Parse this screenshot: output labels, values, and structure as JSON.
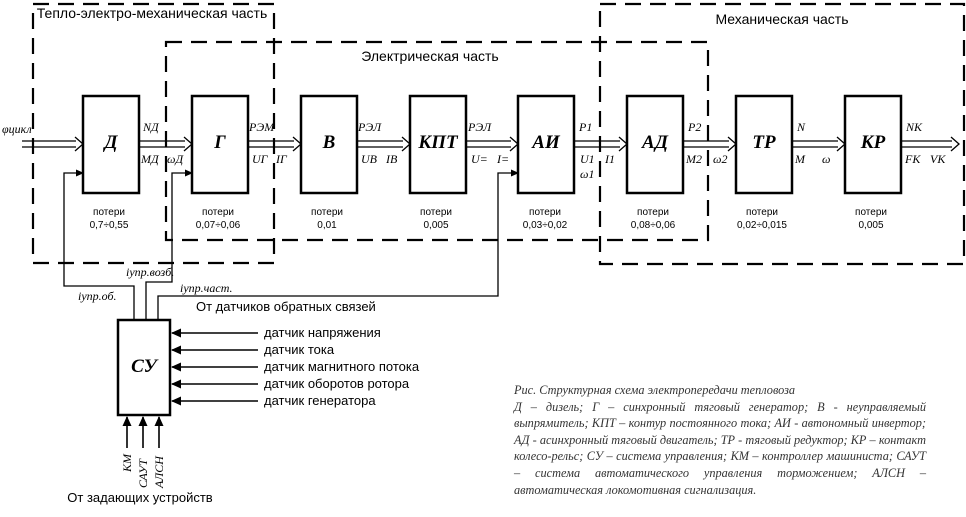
{
  "regions": {
    "thermo": "Тепло-электро-механическая часть",
    "electrical": "Электрическая часть",
    "mechanical": "Механическая часть"
  },
  "blocks": [
    {
      "label": "Д",
      "loss_title": "потери",
      "loss_value": "0,7÷0,55"
    },
    {
      "label": "Г",
      "loss_title": "потери",
      "loss_value": "0,07÷0,06"
    },
    {
      "label": "В",
      "loss_title": "потери",
      "loss_value": "0,01"
    },
    {
      "label": "КПТ",
      "loss_title": "потери",
      "loss_value": "0,005"
    },
    {
      "label": "АИ",
      "loss_title": "потери",
      "loss_value": "0,03÷0,02"
    },
    {
      "label": "АД",
      "loss_title": "потери",
      "loss_value": "0,08÷0,06"
    },
    {
      "label": "ТР",
      "loss_title": "потери",
      "loss_value": "0,02÷0,015"
    },
    {
      "label": "КР",
      "loss_title": "потери",
      "loss_value": "0,005"
    }
  ],
  "signals": {
    "phi_in": "φцикл",
    "nd": "NД",
    "md": "MД",
    "omega_d": "ωД",
    "p_em": "PЭМ",
    "u_g": "UГ",
    "i_g": "IГ",
    "p_el1": "PЭЛ",
    "u_v": "UВ",
    "i_v": "IВ",
    "p_el2": "PЭЛ",
    "u_dc": "U=",
    "i_dc": "I=",
    "p1": "P1",
    "u1": "U1",
    "i1": "I1",
    "omega1": "ω1",
    "p2": "P2",
    "m2": "M2",
    "omega2": "ω2",
    "n": "N",
    "m": "M",
    "omega": "ω",
    "nk": "NК",
    "fk": "FК",
    "vk": "VК"
  },
  "control": {
    "label": "СУ",
    "i_upr_ob": "iупр.об.",
    "i_upr_vozb": "iупр.возб.",
    "i_upr_chast": "iупр.част.",
    "feedback_title": "От датчиков обратных связей",
    "sensors": [
      "датчик напряжения",
      "датчик тока",
      "датчик магнитного потока",
      "датчик оборотов ротора",
      "датчик генератора"
    ],
    "inputs": [
      "КМ",
      "САУТ",
      "АЛСН"
    ],
    "setpoint_title": "От задающих устройств"
  },
  "caption": {
    "title": "Рис.  Структурная схема электропередачи тепловоза",
    "text": "Д – дизель; Г – синхронный тяговый генератор; В - неуправляемый выпрямитель; КПТ – контур постоянного тока; АИ - автономный инвертор; АД - асинхронный тяговый двигатель; ТР - тяговый редуктор; КР – контакт колесо-рельс; СУ – система управления; КМ – контроллер машиниста; САУТ – система автоматического управления торможением; АЛСН – автоматическая локомотивная сигнализация."
  }
}
